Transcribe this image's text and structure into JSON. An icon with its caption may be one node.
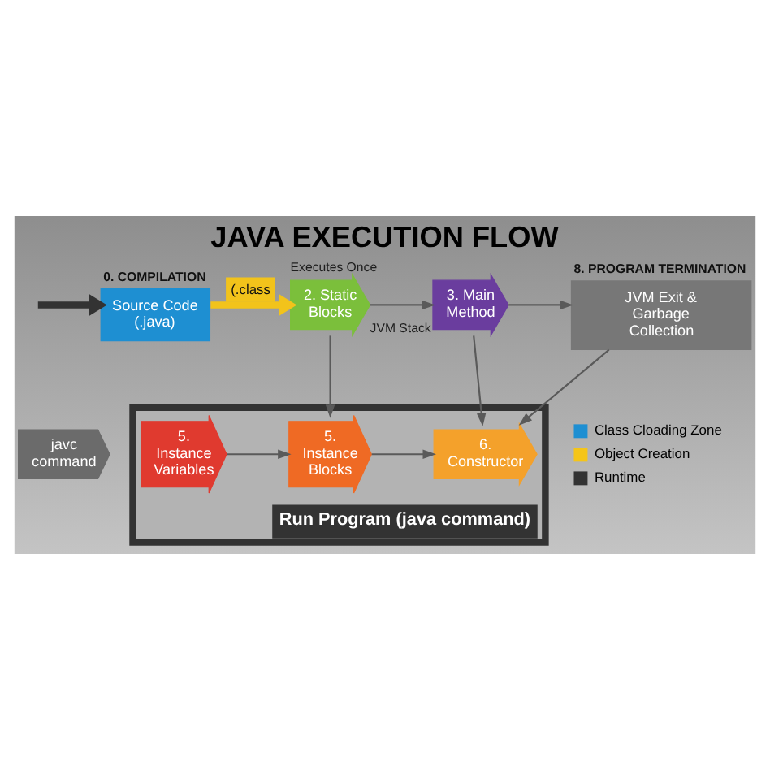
{
  "diagram": {
    "title": "JAVA EXECUTION FLOW",
    "nodes": [
      {
        "text": [
          "0. COMPILATION",
          "Source Code (.java)"
        ]
      },
      {
        "text": [
          "2. Static Blocks"
        ],
        "beside": [
          "Executes Once"
        ]
      },
      {
        "text": [
          "3. Main Method"
        ],
        "beside": [
          "JVM Stack"
        ]
      },
      {
        "text": [
          "8. PROGRAM TERMINATION",
          "JVM Exit & Garbage Collection"
        ]
      },
      {
        "text": [
          "javc command"
        ]
      },
      {
        "text": [
          "Run Program (java command)"
        ]
      },
      {
        "text": [
          "5. Instance Variables"
        ],
        "in": 5
      },
      {
        "text": [
          "5. Instance Blocks"
        ],
        "in": 5
      },
      {
        "text": [
          "6. Constructor"
        ],
        "in": 5
      }
    ],
    "edges": [
      {
        "from": null,
        "to": 0,
        "arrow": "to",
        "style": "thick",
        "color": "#333333"
      },
      {
        "from": 0,
        "to": 1,
        "arrow": "to",
        "label": "(.class",
        "style": "thick",
        "color": "#f2c31b"
      },
      {
        "from": 1,
        "to": 2,
        "arrow": "to"
      },
      {
        "from": 2,
        "to": 3,
        "arrow": "to"
      },
      {
        "from": 1,
        "to": 7,
        "arrow": "to"
      },
      {
        "from": 2,
        "to": 8,
        "arrow": "to"
      },
      {
        "from": 3,
        "to": 8,
        "arrow": "to"
      },
      {
        "from": 6,
        "to": 7,
        "arrow": "to"
      },
      {
        "from": 7,
        "to": 8,
        "arrow": "to"
      }
    ],
    "legend": [
      {
        "text": "Class Cloading Zone",
        "color": "#1e8fd2"
      },
      {
        "text": "Object Creation",
        "color": "#f5c518"
      },
      {
        "text": "Runtime",
        "color": "#333333"
      }
    ]
  }
}
